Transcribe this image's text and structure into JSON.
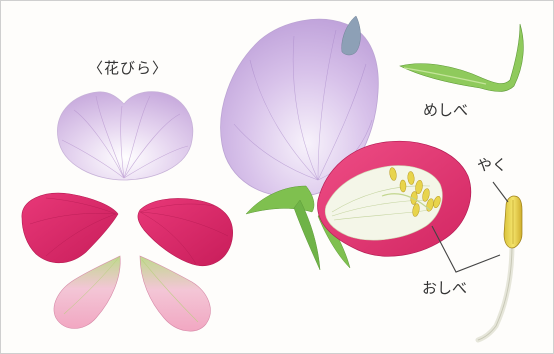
{
  "labels": {
    "petals": "〈花びら〉",
    "pistil": "めしべ",
    "anther": "やく",
    "stamen": "おしべ"
  },
  "colors": {
    "banner_petal": "#d7c0e6",
    "wing_petal": "#de2e6a",
    "keel_petal_tip": "#f0b8cc",
    "keel_petal_base": "#c9dd9a",
    "sepal_green": "#7fc04f",
    "pistil_green": "#8fca5c",
    "anther_yellow": "#e7d34a",
    "label_text": "#333333"
  }
}
